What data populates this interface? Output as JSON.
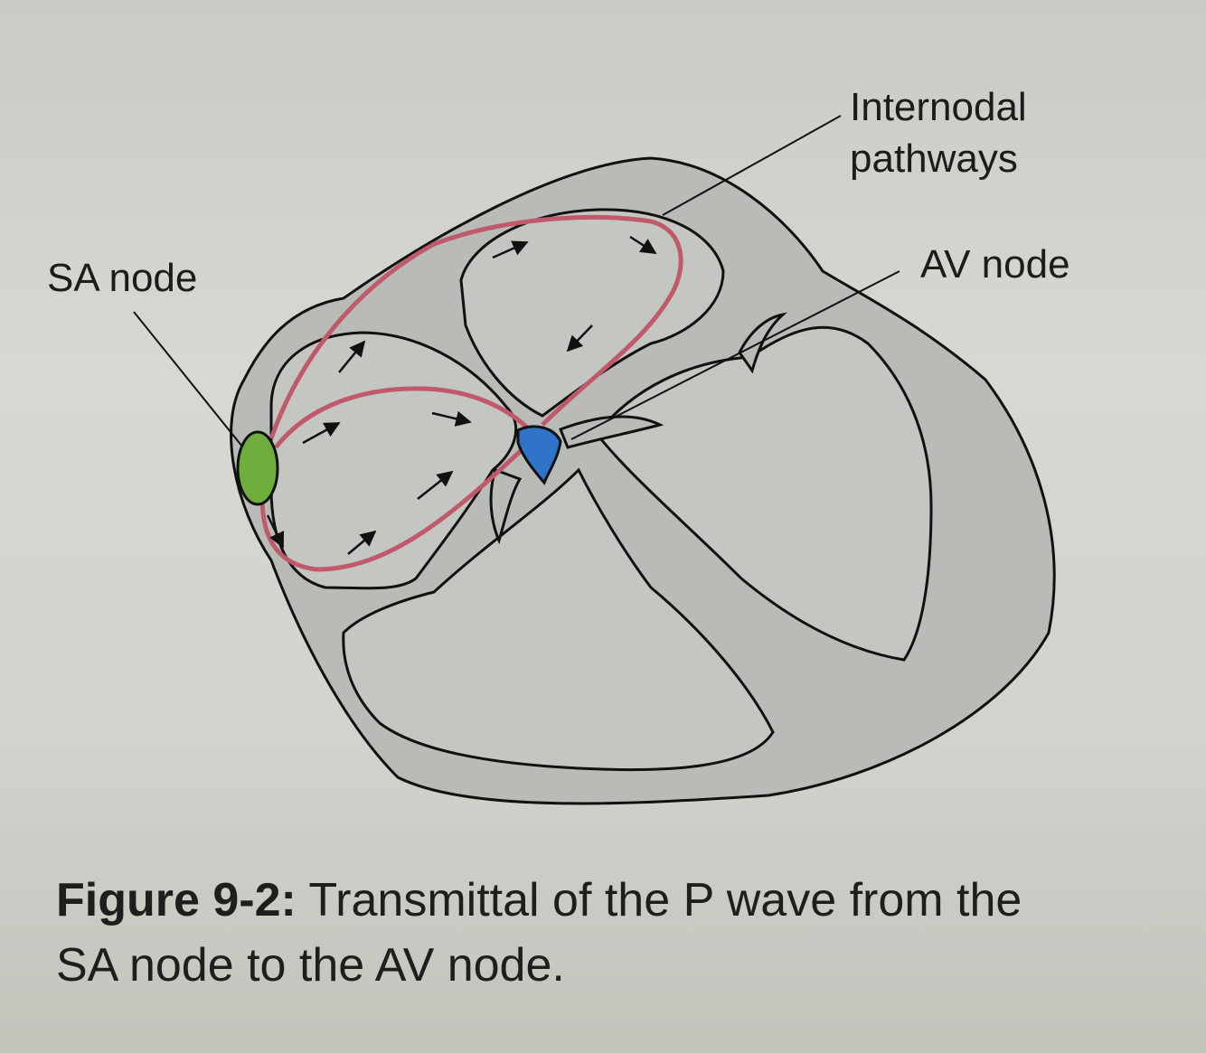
{
  "labels": {
    "sa_node": "SA node",
    "internodal_line1": "Internodal",
    "internodal_line2": "pathways",
    "av_node": "AV node"
  },
  "caption": {
    "figure_number": "Figure 9-2:",
    "text_line1": "Transmittal of the P wave from the",
    "text_line2": "SA node to the AV node."
  },
  "colors": {
    "heart_fill": "#b9bbb7",
    "outline": "#111111",
    "pathway": "#c05a6b",
    "sa_node": "#6fae3c",
    "av_node": "#2f74c8"
  },
  "icons": [
    "sa-node-ellipse",
    "av-node-shape",
    "conduction-arrow"
  ]
}
